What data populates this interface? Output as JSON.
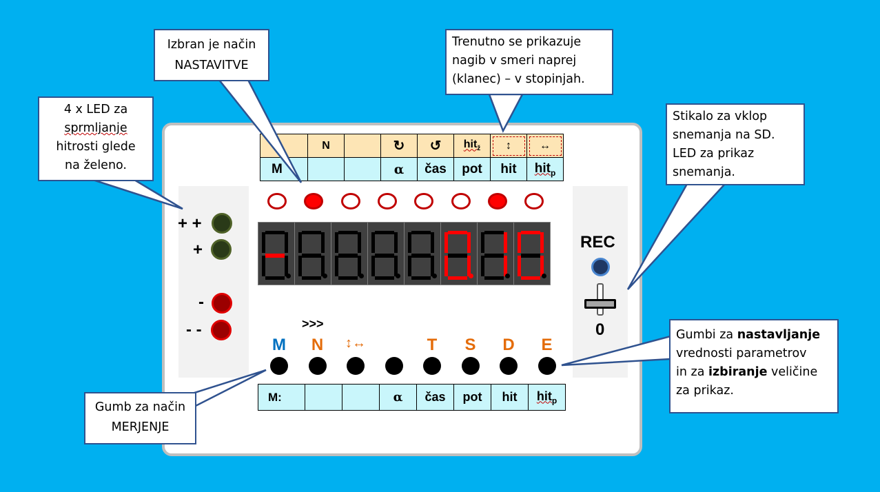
{
  "top_table": {
    "row1": [
      "",
      "N",
      "",
      "↻",
      "↺",
      "hitž",
      "↕",
      "↔"
    ],
    "row2": [
      "M",
      "",
      "",
      "α",
      "čas",
      "pot",
      "hit",
      "hitp"
    ]
  },
  "indicator_leds": [
    false,
    true,
    false,
    false,
    false,
    false,
    true,
    false
  ],
  "display": {
    "value": "-     0.10",
    "digits": [
      "-",
      "",
      "",
      "",
      "",
      "0",
      "1",
      "0"
    ],
    "decimal_points": [
      false,
      false,
      false,
      false,
      false,
      true,
      false,
      false
    ],
    "color_on": "#ff0000"
  },
  "speed_leds": [
    {
      "label": "+ +",
      "color": "green"
    },
    {
      "label": "+",
      "color": "green"
    },
    {
      "label": "-",
      "color": "red"
    },
    {
      "label": "- -",
      "color": "red"
    }
  ],
  "rec": {
    "label": "REC",
    "switch_label": "0",
    "led_color": "#1f3864"
  },
  "buttons": {
    "above_n": ">>>",
    "labels": [
      {
        "text": "M",
        "color": "#0070c0"
      },
      {
        "text": "N",
        "color": "#e46c0a"
      },
      {
        "text": "↕↔",
        "color": "#e46c0a"
      },
      {
        "text": "",
        "color": "#e46c0a"
      },
      {
        "text": "T",
        "color": "#e46c0a"
      },
      {
        "text": "S",
        "color": "#e46c0a"
      },
      {
        "text": "D",
        "color": "#e46c0a"
      },
      {
        "text": "E",
        "color": "#e46c0a"
      }
    ]
  },
  "bottom_table": [
    "M:",
    "",
    "",
    "α",
    "čas",
    "pot",
    "hit",
    "hitp"
  ],
  "callouts": {
    "mode": [
      "Izbran je način",
      "NASTAVITVE"
    ],
    "leds": [
      "4 x LED za",
      "sprmljanje",
      "hitrosti glede",
      "na zeleno."
    ],
    "display": [
      "Trenutno se prikazuje",
      "nagib v smeri naprej",
      "(klanec) – v stopinjah."
    ],
    "rec": [
      "Stikalo za vklop",
      "snemanja na SD.",
      "LED za prikaz",
      "snemanja."
    ],
    "buttons_pre": "Gumbi za ",
    "buttons_b1": "nastavljanje",
    "buttons_mid": "vrednosti parametrov",
    "buttons_in": "in za ",
    "buttons_b2": "izbiranje",
    "buttons_post": " veličine",
    "buttons_last": "za prikaz.",
    "measure": [
      "Gumb za način",
      "MERJENJE"
    ]
  }
}
